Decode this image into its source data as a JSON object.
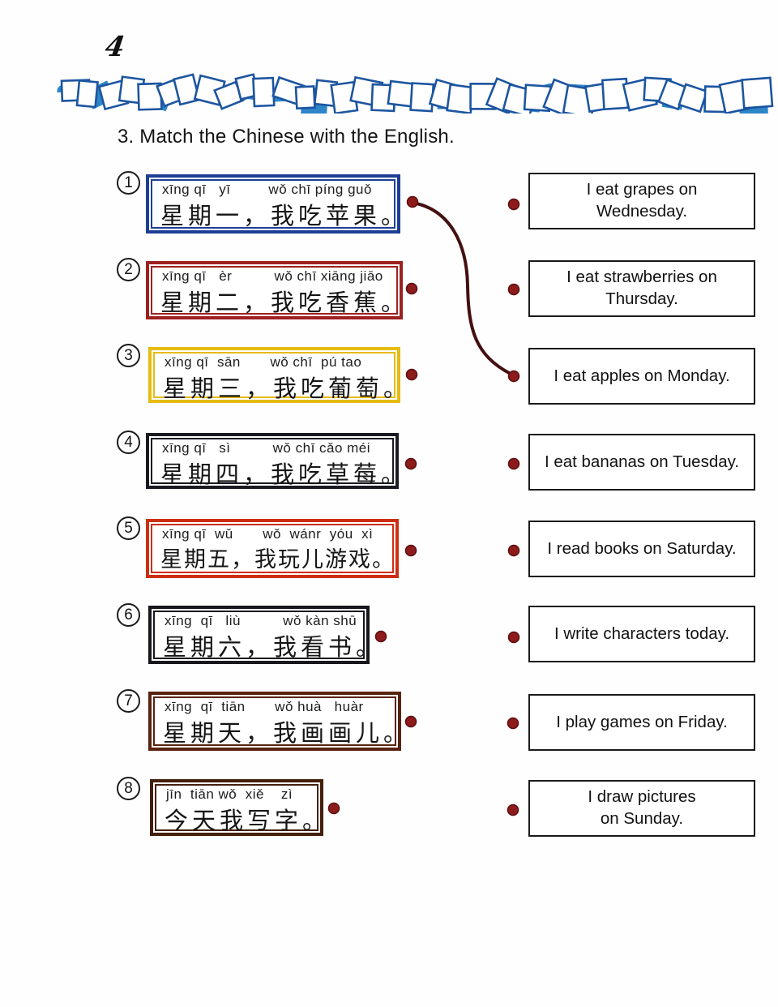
{
  "page": {
    "number": "4",
    "heading": "3. Match the Chinese with the English."
  },
  "left_items": [
    {
      "num": "1",
      "pinyin": "xīng qī   yī         wǒ chī píng guǒ",
      "chinese": "星期一，我吃苹果。",
      "border_color": "#1e3e96"
    },
    {
      "num": "2",
      "pinyin": "xīng qī   èr          wǒ chī xiāng jiāo",
      "chinese": "星期二，我吃香蕉。",
      "border_color": "#9e2020"
    },
    {
      "num": "3",
      "pinyin": "xīng qī  sān       wǒ chī  pú tao",
      "chinese": "星期三，我吃葡萄。",
      "border_color": "#e6bb12"
    },
    {
      "num": "4",
      "pinyin": "xīng qī   sì          wǒ chī cǎo méi",
      "chinese": "星期四，我吃草莓。",
      "border_color": "#191922"
    },
    {
      "num": "5",
      "pinyin": "xīng qī  wǔ       wǒ  wánr  yóu  xì",
      "chinese": "星期五，我玩儿游戏。",
      "border_color": "#cd2e12"
    },
    {
      "num": "6",
      "pinyin": "xīng  qī   liù          wǒ kàn shū",
      "chinese": "星期六，我看书。",
      "border_color": "#17171d"
    },
    {
      "num": "7",
      "pinyin": "xīng  qī  tiān       wǒ huà   huàr",
      "chinese": "星期天，我画画儿。",
      "border_color": "#5a2310"
    },
    {
      "num": "8",
      "pinyin": "jīn  tiān wǒ  xiě    zì",
      "chinese": "今天我写字。",
      "border_color": "#44200c"
    }
  ],
  "right_items": [
    {
      "text": "I eat grapes on\nWednesday."
    },
    {
      "text": "I eat strawberries on\nThursday."
    },
    {
      "text": "I eat apples on Monday."
    },
    {
      "text": "I eat bananas on Tuesday."
    },
    {
      "text": "I read books on Saturday."
    },
    {
      "text": "I write characters today."
    },
    {
      "text": "I play games on Friday."
    },
    {
      "text": "I draw pictures\non Sunday."
    }
  ],
  "match_drawn": {
    "left_item": 1,
    "right_item": 3,
    "line_color": "#441010"
  },
  "colors": {
    "dot": "#8e1b1b",
    "dot_edge": "#5a0e0e",
    "band_blue": "#2e86c8",
    "band_outline": "#1c55a0"
  }
}
